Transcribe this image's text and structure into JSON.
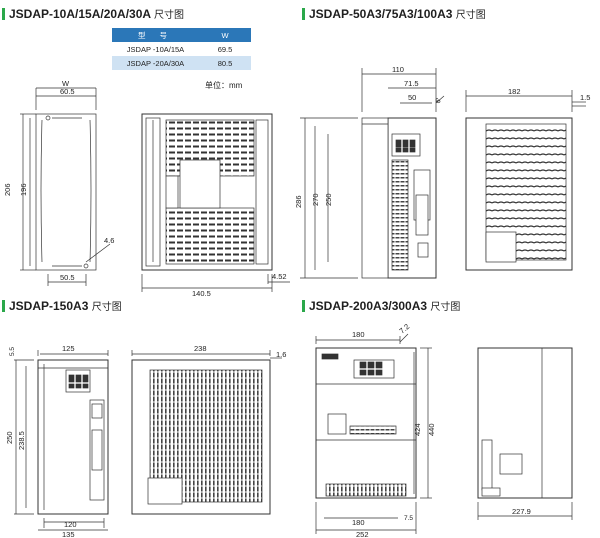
{
  "titles": {
    "s1_model": "JSDAP-10A/15A/20A/30A",
    "s2_model": "JSDAP-50A3/75A3/100A3",
    "s3_model": "JSDAP-150A3",
    "s4_model": "JSDAP-200A3/300A3",
    "suffix": "尺寸图"
  },
  "table": {
    "header_model": "型 号",
    "header_w": "W",
    "rows": [
      {
        "model": "JSDAP -10A/15A",
        "w": "69.5"
      },
      {
        "model": "JSDAP -20A/30A",
        "w": "80.5"
      }
    ],
    "unit_note": "单位：mm"
  },
  "dims": {
    "s1": {
      "w": "W",
      "d605": "60.5",
      "d206": "206",
      "d196": "196",
      "d46": "4.6",
      "d505": "50.5",
      "d1405": "140.5",
      "d452": "4.52"
    },
    "s2": {
      "d110": "110",
      "d715": "71.5",
      "d50": "50",
      "d6": "6",
      "d182": "182",
      "d15": "1.5",
      "d286": "286",
      "d270": "270",
      "d250": "250"
    },
    "s3": {
      "d125": "125",
      "d55": "5.5",
      "d238": "238",
      "d16": "1.6",
      "d2385": "238.5",
      "d250": "250",
      "d120": "120",
      "d135": "135"
    },
    "s4": {
      "d180t": "180",
      "d72": "7.2",
      "d424": "424",
      "d440": "440",
      "d180b": "180",
      "d252": "252",
      "d75": "7.5",
      "d2279": "227.9"
    }
  }
}
